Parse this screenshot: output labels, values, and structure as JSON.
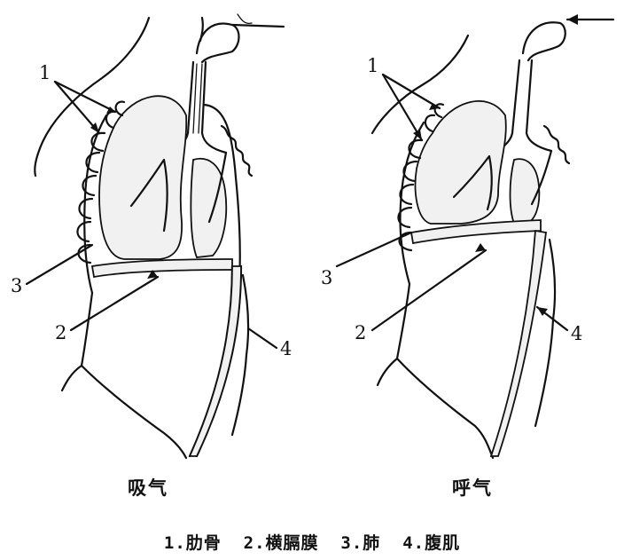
{
  "panels": [
    {
      "caption": "吸气",
      "labels": {
        "rib": "1",
        "diaphragm": "2",
        "lung": "3",
        "abdominal_muscle": "4"
      }
    },
    {
      "caption": "呼气",
      "labels": {
        "rib": "1",
        "diaphragm": "2",
        "lung": "3",
        "abdominal_muscle": "4"
      }
    }
  ],
  "legend": "1.肋骨  2.横膈膜  3.肺  4.腹肌"
}
